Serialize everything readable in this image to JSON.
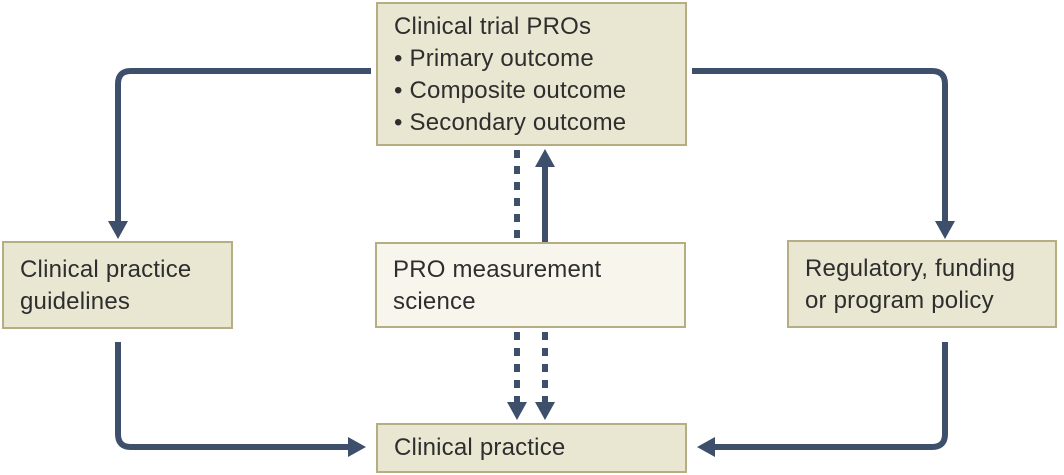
{
  "colors": {
    "background": "#ffffff",
    "box_fill": "#e9e6d2",
    "box_fill_light": "#f7f5ec",
    "box_border": "#b6ad82",
    "arrow": "#3d4f6a",
    "text": "#2e2e2e"
  },
  "boxes": {
    "clinical_trial_pros": {
      "title": "Clinical trial PROs",
      "bullets": [
        "Primary outcome",
        "Composite outcome",
        "Secondary outcome"
      ]
    },
    "clinical_practice_guidelines": {
      "label": "Clinical practice guidelines"
    },
    "pro_measurement_science": {
      "label": "PRO measurement science"
    },
    "regulatory_funding_policy": {
      "label": "Regulatory, funding or program policy"
    },
    "clinical_practice": {
      "label": "Clinical practice"
    }
  },
  "edges": [
    {
      "from": "clinical_trial_pros",
      "to": "clinical_practice_guidelines",
      "style": "solid",
      "arrowhead": true
    },
    {
      "from": "clinical_trial_pros",
      "to": "regulatory_funding_policy",
      "style": "solid",
      "arrowhead": true
    },
    {
      "from": "pro_measurement_science",
      "to": "clinical_trial_pros",
      "style": "solid",
      "arrowhead": true
    },
    {
      "from": "clinical_trial_pros",
      "to": "pro_measurement_science",
      "style": "dashed",
      "arrowhead": false
    },
    {
      "from": "pro_measurement_science",
      "to": "clinical_practice",
      "style": "dashed",
      "arrowhead": true
    },
    {
      "from": "pro_measurement_science",
      "to": "clinical_practice",
      "style": "dashed",
      "arrowhead": true
    },
    {
      "from": "clinical_practice_guidelines",
      "to": "clinical_practice",
      "style": "solid",
      "arrowhead": true
    },
    {
      "from": "regulatory_funding_policy",
      "to": "clinical_practice",
      "style": "solid",
      "arrowhead": true
    }
  ]
}
